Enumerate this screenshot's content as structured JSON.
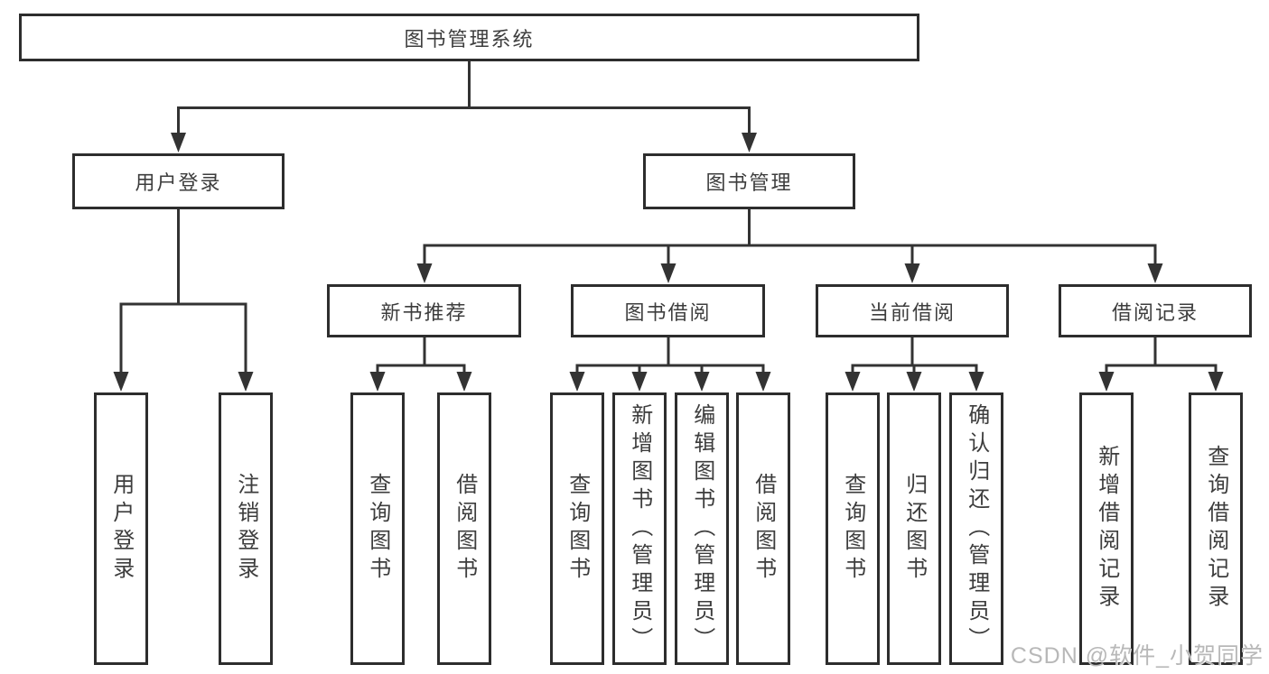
{
  "diagram": {
    "root": {
      "label": "图书管理系统"
    },
    "level2": [
      {
        "id": "user-login",
        "label": "用户登录"
      },
      {
        "id": "book-management",
        "label": "图书管理"
      }
    ],
    "level3": [
      {
        "id": "new-book-recommend",
        "label": "新书推荐"
      },
      {
        "id": "book-borrowing",
        "label": "图书借阅"
      },
      {
        "id": "current-borrowing",
        "label": "当前借阅"
      },
      {
        "id": "borrowing-records",
        "label": "借阅记录"
      }
    ],
    "leaves": {
      "user_login": [
        "用户登录",
        "注销登录"
      ],
      "new_book": [
        "查询图书",
        "借阅图书"
      ],
      "book_borrow": [
        "查询图书",
        "新增图书（管理员）",
        "编辑图书（管理员）",
        "借阅图书"
      ],
      "current_borrow": [
        "查询图书",
        "归还图书",
        "确认归还（管理员）"
      ],
      "borrow_records": [
        "新增借阅记录",
        "查询借阅记录"
      ]
    }
  },
  "watermark": "CSDN @软件_小贺同学",
  "colors": {
    "line": "#333333",
    "box_border": "#2d2d2d",
    "text": "#3d3d3d",
    "watermark": "#b8b8b8",
    "background": "#ffffff"
  }
}
